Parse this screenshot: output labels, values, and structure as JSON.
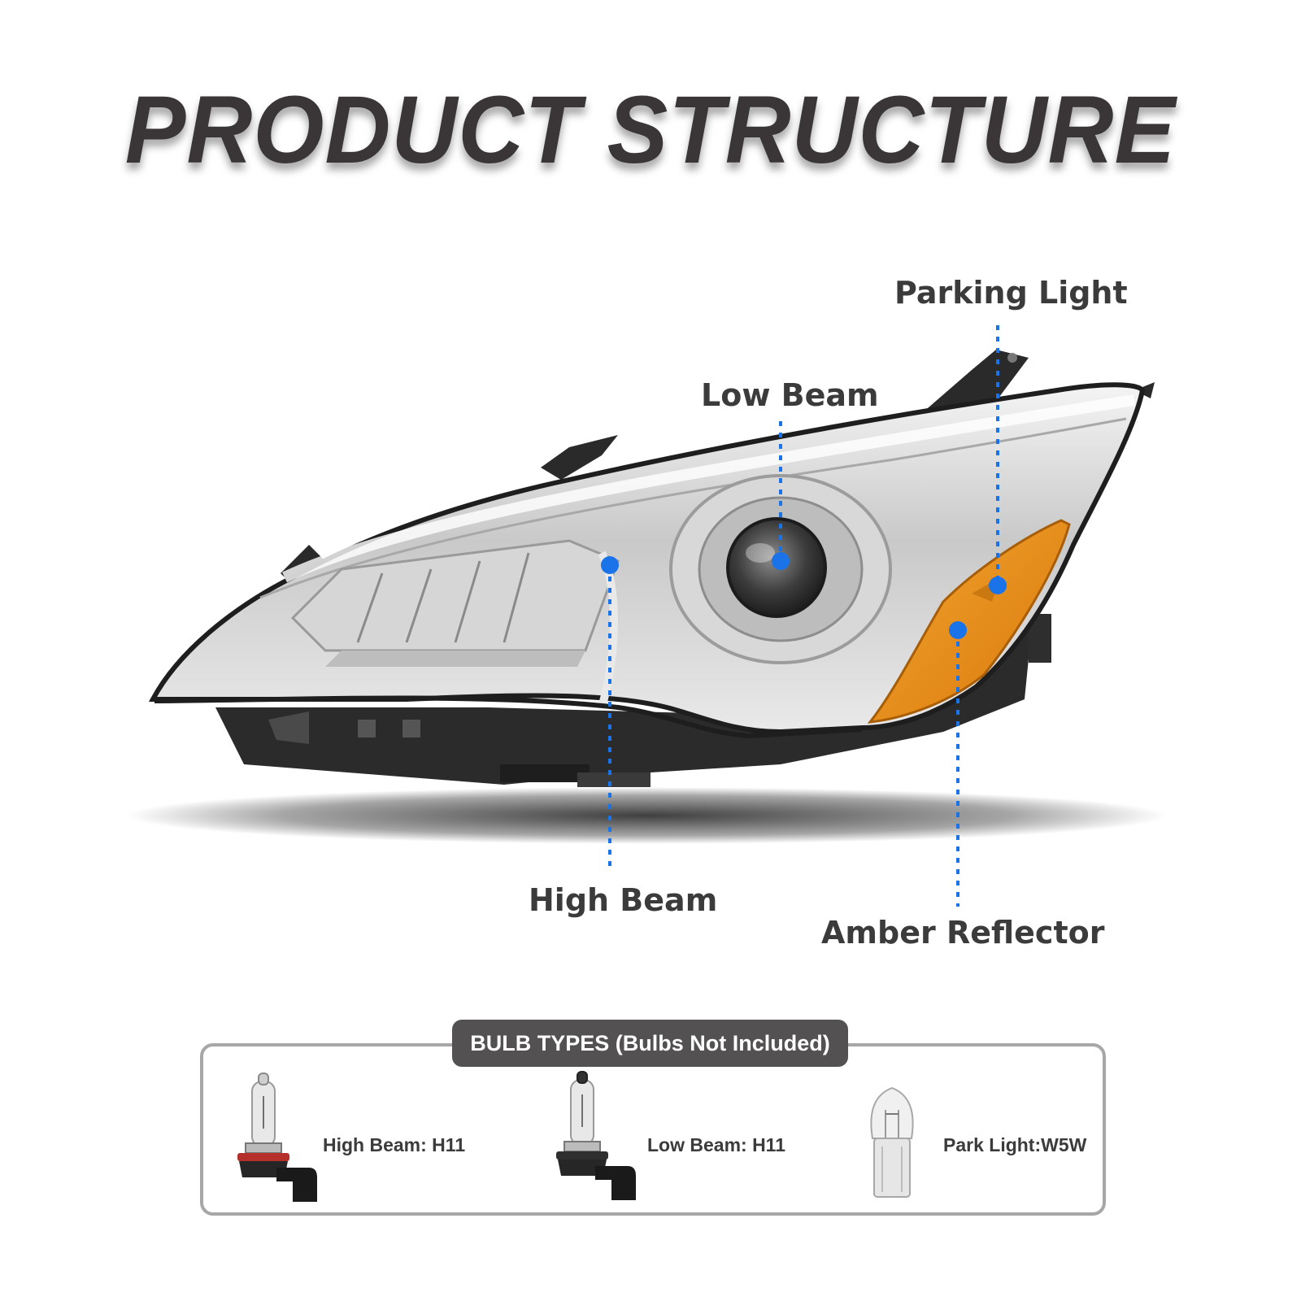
{
  "title": "PRODUCT STRUCTURE",
  "callouts": {
    "parking_light": "Parking Light",
    "low_beam": "Low Beam",
    "high_beam": "High Beam",
    "amber_reflector": "Amber Reflector"
  },
  "bulb_types": {
    "header": "BULB TYPES (Bulbs Not Included)",
    "items": [
      {
        "label": "High Beam: H11",
        "icon": "h11-bulb-icon"
      },
      {
        "label": "Low Beam: H11",
        "icon": "h11-bulb-icon"
      },
      {
        "label": "Park Light:W5W",
        "icon": "w5w-bulb-icon"
      }
    ]
  },
  "colors": {
    "callout_dot": "#1a73e8",
    "amber": "#e8900e",
    "title": "#3a3536",
    "badge": "#535151"
  }
}
